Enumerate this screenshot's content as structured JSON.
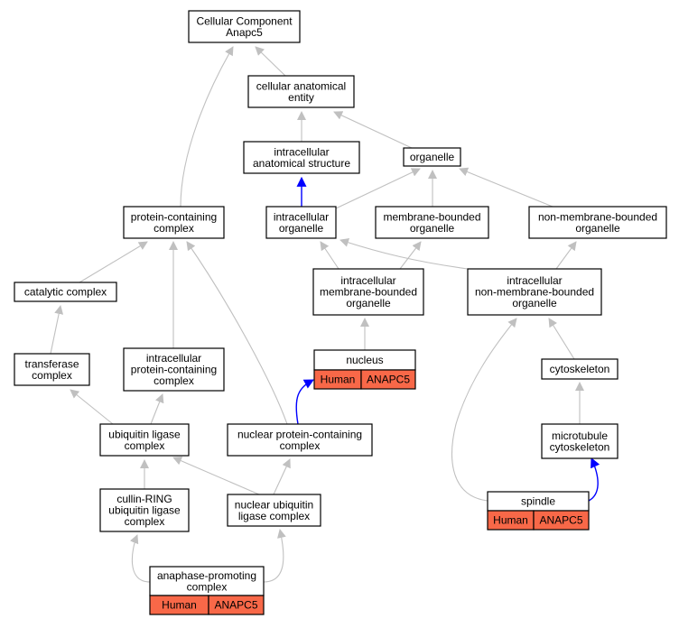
{
  "graph": {
    "nodes": {
      "cc_root": [
        "Cellular Component",
        "Anapc5"
      ],
      "cae": [
        "cellular anatomical",
        "entity"
      ],
      "ias": [
        "intracellular",
        "anatomical structure"
      ],
      "organelle": [
        "organelle"
      ],
      "pcc": [
        "protein-containing",
        "complex"
      ],
      "io": [
        "intracellular",
        "organelle"
      ],
      "mbo": [
        "membrane-bounded",
        "organelle"
      ],
      "nmbo": [
        "non-membrane-bounded",
        "organelle"
      ],
      "catalytic": [
        "catalytic complex"
      ],
      "imbo": [
        "intracellular",
        "membrane-bounded",
        "organelle"
      ],
      "inmbo": [
        "intracellular",
        "non-membrane-bounded",
        "organelle"
      ],
      "transferase": [
        "transferase",
        "complex"
      ],
      "ipcc": [
        "intracellular",
        "protein-containing",
        "complex"
      ],
      "nucleus": [
        "nucleus"
      ],
      "cytoskeleton": [
        "cytoskeleton"
      ],
      "ubl": [
        "ubiquitin ligase",
        "complex"
      ],
      "npcc": [
        "nuclear protein-containing",
        "complex"
      ],
      "mtcs": [
        "microtubule",
        "cytoskeleton"
      ],
      "cullin": [
        "cullin-RING",
        "ubiquitin ligase",
        "complex"
      ],
      "nucl_ubl": [
        "nuclear ubiquitin",
        "ligase complex"
      ],
      "spindle": [
        "spindle"
      ],
      "apc": [
        "anaphase-promoting",
        "complex"
      ]
    },
    "annotations": {
      "nucleus": {
        "species": "Human",
        "gene": "ANAPC5"
      },
      "spindle": {
        "species": "Human",
        "gene": "ANAPC5"
      },
      "apc": {
        "species": "Human",
        "gene": "ANAPC5"
      }
    },
    "edges": [
      {
        "from": "cae",
        "to": "cc_root",
        "kind": "is_a"
      },
      {
        "from": "pcc",
        "to": "cc_root",
        "kind": "is_a"
      },
      {
        "from": "ias",
        "to": "cae",
        "kind": "is_a"
      },
      {
        "from": "organelle",
        "to": "cae",
        "kind": "is_a"
      },
      {
        "from": "io",
        "to": "ias",
        "kind": "part_of"
      },
      {
        "from": "io",
        "to": "organelle",
        "kind": "is_a"
      },
      {
        "from": "mbo",
        "to": "organelle",
        "kind": "is_a"
      },
      {
        "from": "nmbo",
        "to": "organelle",
        "kind": "is_a"
      },
      {
        "from": "catalytic",
        "to": "pcc",
        "kind": "is_a"
      },
      {
        "from": "imbo",
        "to": "io",
        "kind": "is_a"
      },
      {
        "from": "imbo",
        "to": "mbo",
        "kind": "is_a"
      },
      {
        "from": "inmbo",
        "to": "io",
        "kind": "is_a"
      },
      {
        "from": "inmbo",
        "to": "nmbo",
        "kind": "is_a"
      },
      {
        "from": "transferase",
        "to": "catalytic",
        "kind": "is_a"
      },
      {
        "from": "ipcc",
        "to": "pcc",
        "kind": "is_a"
      },
      {
        "from": "npcc",
        "to": "pcc",
        "kind": "is_a"
      },
      {
        "from": "nucleus",
        "to": "imbo",
        "kind": "is_a"
      },
      {
        "from": "cytoskeleton",
        "to": "inmbo",
        "kind": "is_a"
      },
      {
        "from": "ubl",
        "to": "transferase",
        "kind": "is_a"
      },
      {
        "from": "ubl",
        "to": "ipcc",
        "kind": "is_a"
      },
      {
        "from": "npcc",
        "to": "nucleus",
        "kind": "part_of"
      },
      {
        "from": "mtcs",
        "to": "cytoskeleton",
        "kind": "is_a"
      },
      {
        "from": "cullin",
        "to": "ubl",
        "kind": "is_a"
      },
      {
        "from": "nucl_ubl",
        "to": "ubl",
        "kind": "is_a"
      },
      {
        "from": "nucl_ubl",
        "to": "npcc",
        "kind": "is_a"
      },
      {
        "from": "spindle",
        "to": "inmbo",
        "kind": "is_a"
      },
      {
        "from": "spindle",
        "to": "mtcs",
        "kind": "part_of"
      },
      {
        "from": "apc",
        "to": "cullin",
        "kind": "is_a"
      },
      {
        "from": "apc",
        "to": "nucl_ubl",
        "kind": "is_a"
      }
    ]
  },
  "colors": {
    "node_border": "#000000",
    "node_fill": "#ffffff",
    "annotation_fill": "#f86848",
    "edge_is_a": "#c0c0c0",
    "edge_part_of": "#0000ff"
  }
}
